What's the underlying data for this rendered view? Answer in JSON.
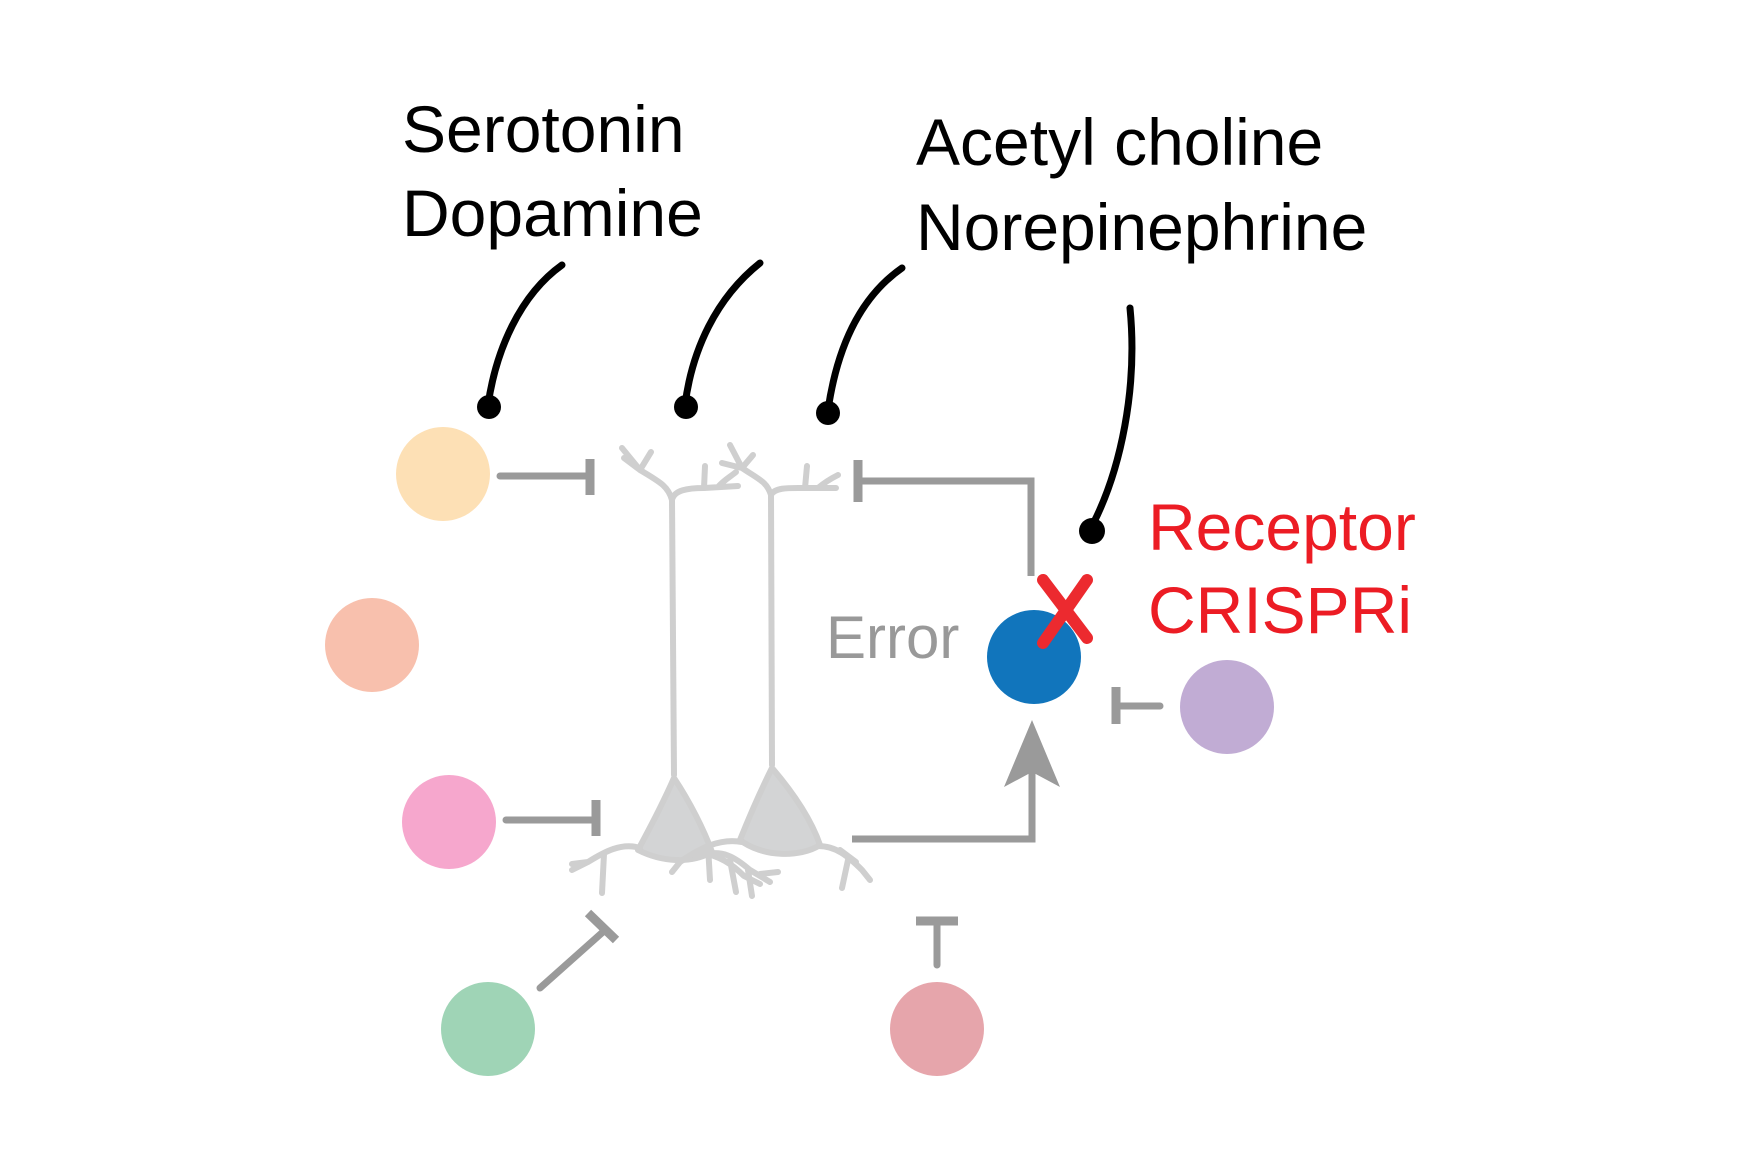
{
  "labels": {
    "group1_line1": "Serotonin",
    "group1_line2": "Dopamine",
    "group2_line1": "Acetyl choline",
    "group2_line2": "Norepinephrine",
    "error": "Error",
    "crispri_line1": "Receptor",
    "crispri_line2": "CRISPRi"
  },
  "colors": {
    "text": "#000000",
    "crispri_red": "#ec1c24",
    "connector_gray": "#9a9a9a",
    "neuron_gray": "#d3d4d5",
    "error_blue": "#1175bc"
  },
  "nodes": [
    {
      "name": "peach",
      "color": "#fde0b5"
    },
    {
      "name": "salmon",
      "color": "#f8c0ad"
    },
    {
      "name": "pink",
      "color": "#f6a7cd"
    },
    {
      "name": "green",
      "color": "#9fd4b6"
    },
    {
      "name": "rose",
      "color": "#e6a5ab"
    },
    {
      "name": "lavender",
      "color": "#c1acd4"
    },
    {
      "name": "error",
      "color": "#1175bc"
    }
  ],
  "icons": {
    "inhibit": "inhibition-bar-icon",
    "excite": "arrow-up-icon",
    "knockout": "red-x-icon"
  }
}
